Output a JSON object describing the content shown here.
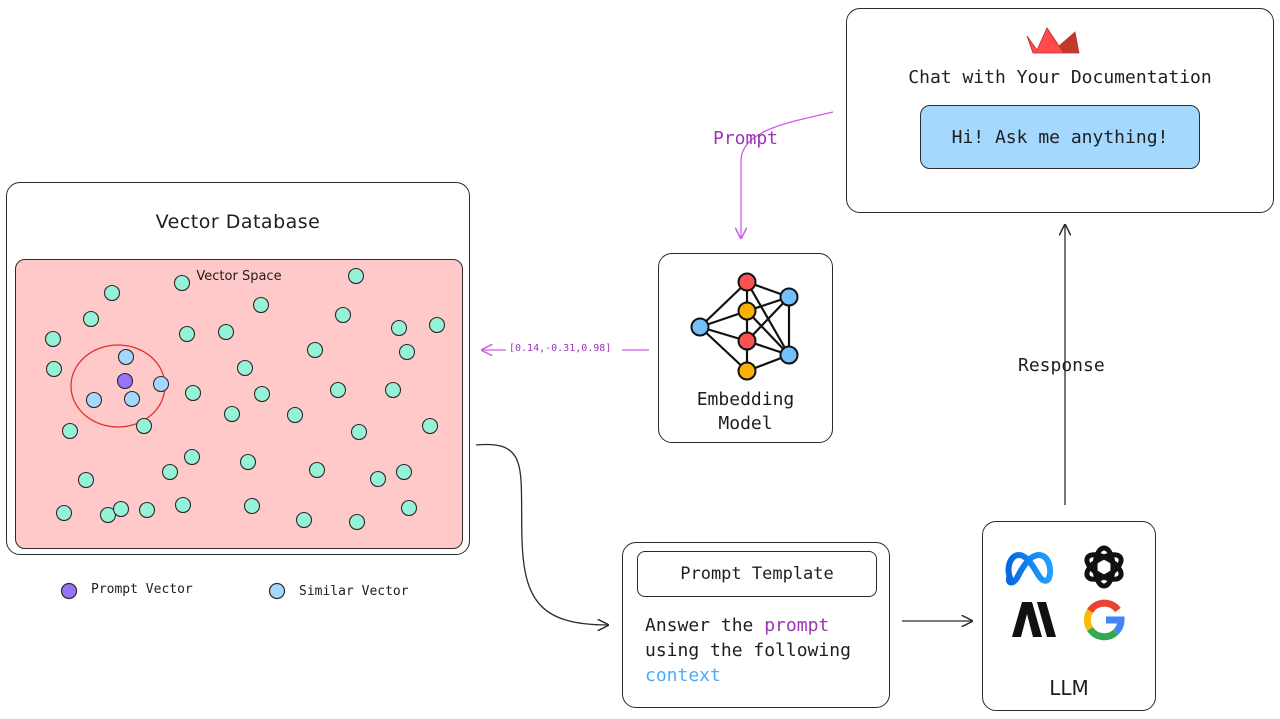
{
  "vector_db": {
    "title": "Vector Database",
    "space_title": "Vector Space",
    "legend": {
      "prompt_vector": "Prompt Vector",
      "similar_vector": "Similar Vector"
    }
  },
  "chat": {
    "title": "Chat with Your Documentation",
    "button": "Hi! Ask me anything!"
  },
  "embedding": {
    "label_line1": "Embedding",
    "label_line2": "Model"
  },
  "prompt_template": {
    "header": "Prompt Template",
    "body_1": "Answer the ",
    "body_prompt": "prompt",
    "body_2": " using the following ",
    "body_context": "context"
  },
  "llm": {
    "label": "LLM",
    "logos": [
      "meta-icon",
      "openai-icon",
      "anthropic-icon",
      "google-icon"
    ]
  },
  "edges": {
    "prompt": "Prompt",
    "response": "Response",
    "vector": "[0.14,-0.31,0.98]"
  },
  "colors": {
    "space_fill": "#ffc9c9",
    "dot_fill": "#96f2d7",
    "prompt_dot": "#9775fa",
    "similar_dot": "#a5d8ff",
    "button_fill": "#a5d8ff",
    "accent_purple": "#9c36b5",
    "accent_blue": "#4dabf7",
    "cluster_circle": "#e03131"
  }
}
